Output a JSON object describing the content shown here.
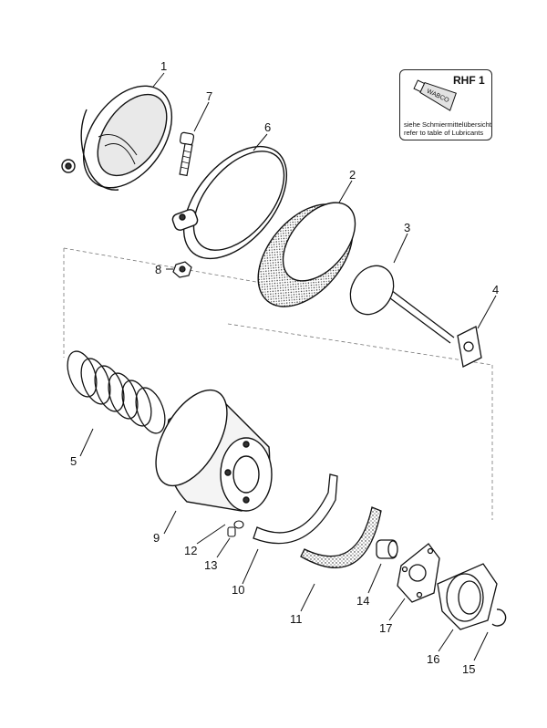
{
  "callouts": [
    {
      "id": "1",
      "label": "1"
    },
    {
      "id": "2",
      "label": "2"
    },
    {
      "id": "3",
      "label": "3"
    },
    {
      "id": "4",
      "label": "4"
    },
    {
      "id": "5",
      "label": "5"
    },
    {
      "id": "6",
      "label": "6"
    },
    {
      "id": "7",
      "label": "7"
    },
    {
      "id": "8",
      "label": "8"
    },
    {
      "id": "9",
      "label": "9"
    },
    {
      "id": "10",
      "label": "10"
    },
    {
      "id": "11",
      "label": "11"
    },
    {
      "id": "12",
      "label": "12"
    },
    {
      "id": "13",
      "label": "13"
    },
    {
      "id": "14",
      "label": "14"
    },
    {
      "id": "15",
      "label": "15"
    },
    {
      "id": "16",
      "label": "16"
    },
    {
      "id": "17",
      "label": "17"
    }
  ],
  "lubricant_box": {
    "title": "RHF 1",
    "tube_brand": "WABCO",
    "note_de": "siehe Schmiermittelübersicht",
    "note_en": "refer to table of Lubricants"
  }
}
